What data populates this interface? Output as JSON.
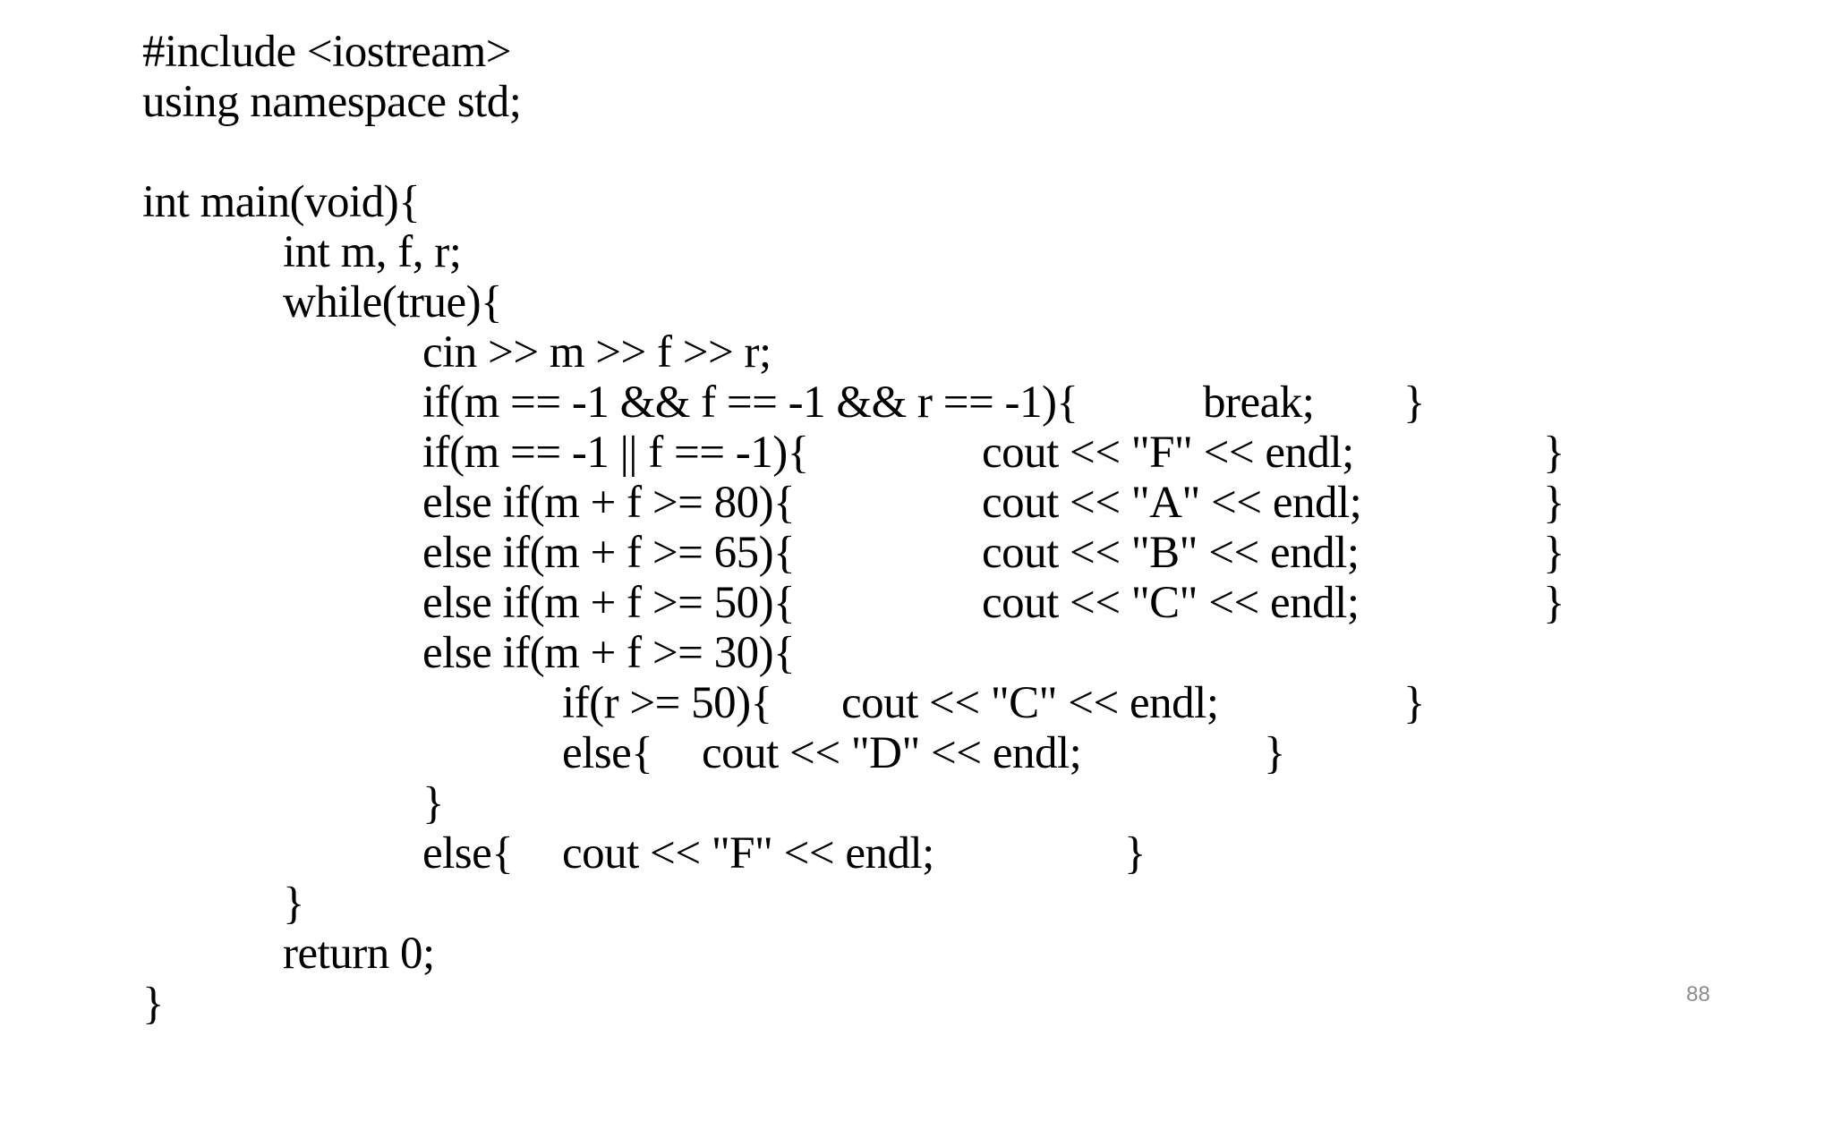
{
  "slide": {
    "code": {
      "include": "#include <iostream>",
      "using": "using namespace std;",
      "main_open": "int main(void){",
      "decl": "int m, f, r;",
      "while_open": "while(true){",
      "cin": "cin >> m >> f >> r;",
      "if_break_cond": "if(m == -1 && f == -1 && r == -1){",
      "if_break_body": "break;",
      "if_break_close": "}",
      "if_f_cond": "if(m == -1 || f == -1){",
      "if_f_body": "cout << \"F\" << endl;",
      "if_f_close": "}",
      "elif_a_cond": "else if(m + f >= 80){",
      "elif_a_body": "cout << \"A\" << endl;",
      "elif_a_close": "}",
      "elif_b_cond": "else if(m + f >= 65){",
      "elif_b_body": "cout << \"B\" << endl;",
      "elif_b_close": "}",
      "elif_c_cond": "else if(m + f >= 50){",
      "elif_c_body": "cout << \"C\" << endl;",
      "elif_c_close": "}",
      "elif_30_open": "else if(m + f >= 30){",
      "inner_if_cond": "if(r >= 50){",
      "inner_if_body": "cout << \"C\" << endl;",
      "inner_if_close": "}",
      "inner_else_open": "else{",
      "inner_else_body": "cout << \"D\" << endl;",
      "inner_else_close": "}",
      "elif_30_close": "}",
      "else_open": "else{",
      "else_body": "cout << \"F\" << endl;",
      "else_close": "}",
      "while_close": "}",
      "return": "return 0;",
      "main_close": "}"
    },
    "page_number": "88"
  }
}
